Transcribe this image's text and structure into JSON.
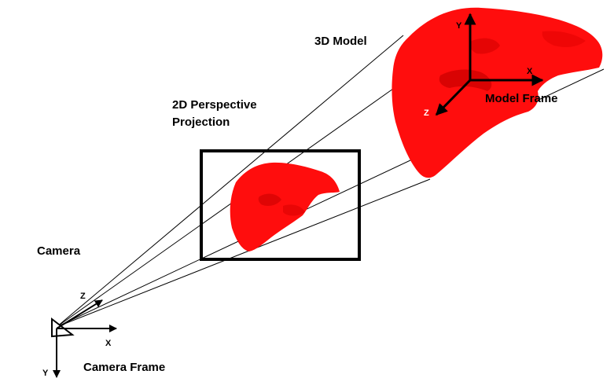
{
  "labels": {
    "model_3d": "3D Model",
    "projection_line1": "2D Perspective",
    "projection_line2": "Projection",
    "camera": "Camera",
    "model_frame": "Model Frame",
    "camera_frame": "Camera Frame"
  },
  "model_axes": {
    "x": "X",
    "y": "Y",
    "z": "Z"
  },
  "camera_axes": {
    "x": "X",
    "y": "Y",
    "z": "Z"
  },
  "colors": {
    "liver": "#ff0d0d",
    "liver_shade": "#b80000",
    "lines": "#000000"
  }
}
